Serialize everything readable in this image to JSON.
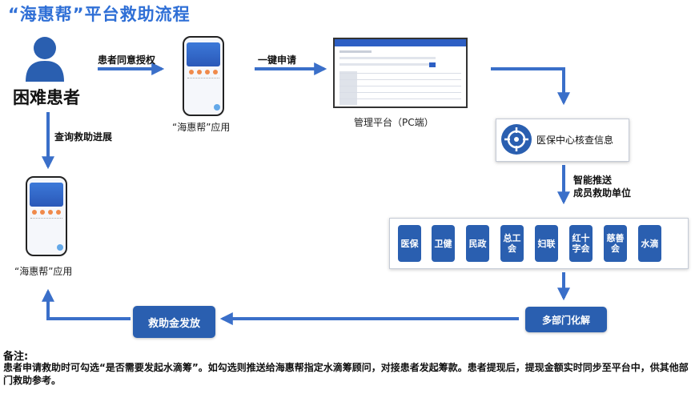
{
  "title": "“海惠帮”平台救助流程",
  "patient": {
    "label": "困难患者",
    "icon": "person-icon"
  },
  "arrows": {
    "consent": "患者同意授权",
    "apply": "一键申请",
    "query": "查询救助进展",
    "push_line1": "智能推送",
    "push_line2": "成员救助单位"
  },
  "phone_top": {
    "caption": "“海惠帮”应用"
  },
  "phone_bottom": {
    "caption": "“海惠帮”应用"
  },
  "pc": {
    "caption": "管理平台（PC端）"
  },
  "med_check": {
    "label": "医保中心核查信息",
    "icon": "target-icon"
  },
  "units": [
    "医保",
    "卫健",
    "民政",
    "总工会",
    "妇联",
    "红十字会",
    "慈善会",
    "水滴"
  ],
  "multi_dept": {
    "label": "多部门化解"
  },
  "disburse": {
    "label": "救助金发放"
  },
  "note": {
    "heading": "备注:",
    "body": "患者申请救助时可勾选“是否需要发起水滴筹”。如勾选则推送给海惠帮指定水滴筹顾问，对接患者发起筹款。患者提现后，提现金额实时同步至平台中，供其他部门救助参考。"
  },
  "colors": {
    "accent": "#2f6fd6",
    "node": "#2a5fb0",
    "arrow": "#3a6fc9"
  }
}
